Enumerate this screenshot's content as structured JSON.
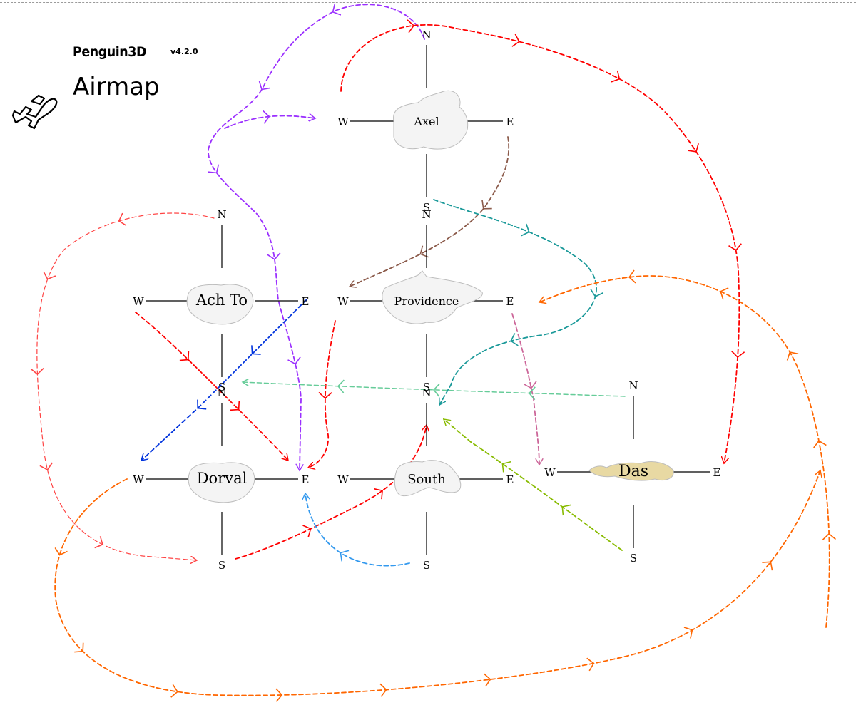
{
  "header": {
    "brand": "Penguin3D",
    "version": "v4.2.0",
    "title": "Airmap",
    "icon": "airplane-icon"
  },
  "directions": {
    "north": "N",
    "south": "S",
    "east": "E",
    "west": "W"
  },
  "nodes": [
    {
      "id": "axel",
      "label": "Axel",
      "land_color": "#f4f4f4"
    },
    {
      "id": "providence",
      "label": "Providence",
      "land_color": "#f4f4f4"
    },
    {
      "id": "achto",
      "label": "Ach To",
      "land_color": "#f4f4f4"
    },
    {
      "id": "dorval",
      "label": "Dorval",
      "land_color": "#f4f4f4"
    },
    {
      "id": "south",
      "label": "South",
      "land_color": "#f4f4f4"
    },
    {
      "id": "das",
      "label": "Das",
      "land_color": "#e8d9a3"
    }
  ],
  "routes": [
    {
      "id": "r1",
      "color": "#9b30ff"
    },
    {
      "id": "r2",
      "color": "#9b30ff"
    },
    {
      "id": "r3",
      "color": "#ff0000"
    },
    {
      "id": "r4",
      "color": "#8b5a4a"
    },
    {
      "id": "r5",
      "color": "#1a9999"
    },
    {
      "id": "r6",
      "color": "#ff4444"
    },
    {
      "id": "r7",
      "color": "#ff0000"
    },
    {
      "id": "r8",
      "color": "#0033dd"
    },
    {
      "id": "r9",
      "color": "#ff0000"
    },
    {
      "id": "r10",
      "color": "#ff0000"
    },
    {
      "id": "r11",
      "color": "#cc6699"
    },
    {
      "id": "r12",
      "color": "#66cc99"
    },
    {
      "id": "r13",
      "color": "#ff6600"
    },
    {
      "id": "r14",
      "color": "#ff6600"
    },
    {
      "id": "r15",
      "color": "#88bb00"
    },
    {
      "id": "r16",
      "color": "#3399ee"
    }
  ]
}
